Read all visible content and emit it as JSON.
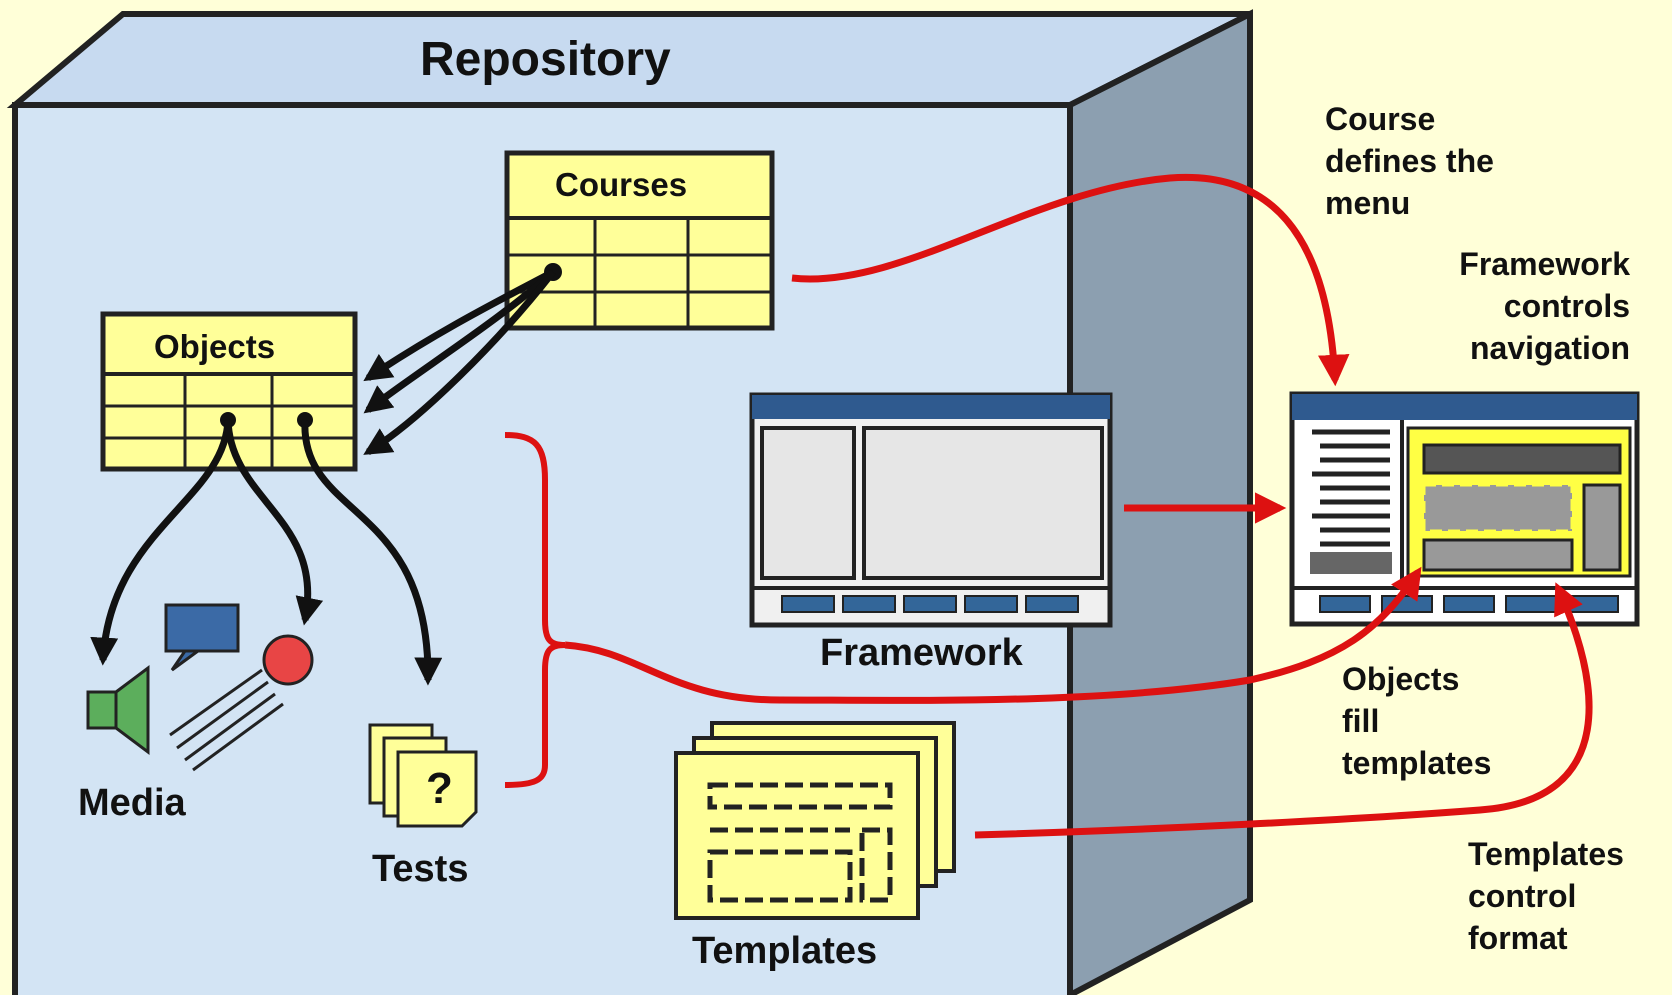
{
  "repository": {
    "title": "Repository",
    "colors": {
      "face": "#d3e4f4",
      "top": "#c7daf0",
      "side": "#8c9fb0",
      "table": "#ffff99",
      "arrow_red": "#dd1111",
      "framework_bar": "#2f5a8f",
      "framework_button": "#336699",
      "speech_bubble": "#3b6aa6",
      "speaker": "#5cae5c",
      "ball": "#e84545"
    }
  },
  "tables": {
    "courses": {
      "label": "Courses"
    },
    "objects": {
      "label": "Objects"
    }
  },
  "items": {
    "media": {
      "label": "Media",
      "icons": [
        "speaker-icon",
        "speech-bubble-icon",
        "ball-icon"
      ]
    },
    "tests": {
      "label": "Tests",
      "icon": "question-pages-icon"
    },
    "framework": {
      "label": "Framework"
    },
    "templates": {
      "label": "Templates"
    }
  },
  "annotations": {
    "course_menu": [
      "Course",
      "defines the",
      "menu"
    ],
    "framework_nav": [
      "Framework",
      "controls",
      "navigation"
    ],
    "objects_fill": [
      "Objects",
      "fill",
      "templates"
    ],
    "templates_format": [
      "Templates",
      "control",
      "format"
    ]
  }
}
